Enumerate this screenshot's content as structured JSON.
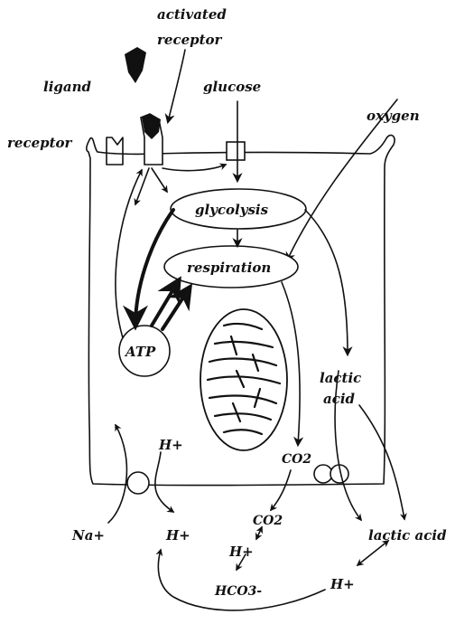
{
  "labels": {
    "activated_receptor_line1": "activated",
    "activated_receptor_line2": "receptor",
    "ligand": "ligand",
    "glucose": "glucose",
    "oxygen": "oxygen",
    "receptor": "receptor",
    "glycolysis": "glycolysis",
    "respiration": "respiration",
    "atp": "ATP",
    "lactic_acid_inside_line1": "lactic",
    "lactic_acid_inside_line2": "acid",
    "h_plus_inside": "H+",
    "co2_inside": "CO2",
    "na_plus": "Na+",
    "h_plus_outside": "H+",
    "co2_outside": "CO2",
    "h_plus_carbonic": "H+",
    "hco3": "HCO3-",
    "lactic_acid_outside": "lactic acid",
    "h_plus_lactic": "H+"
  }
}
